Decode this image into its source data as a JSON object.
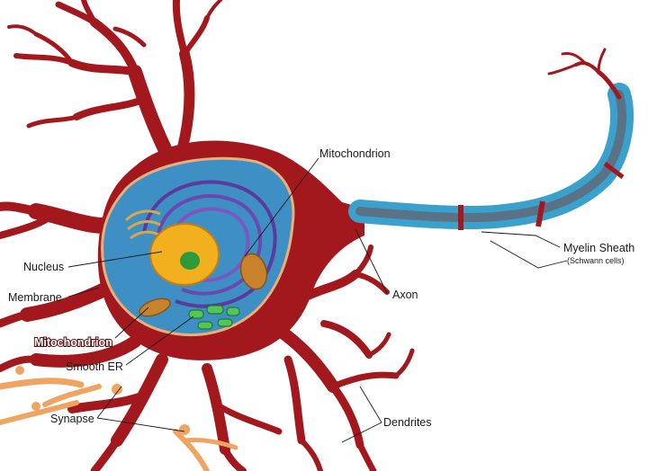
{
  "diagram": {
    "labels": {
      "mitochondrion_top": "Mitochondrion",
      "nucleus": "Nucleus",
      "membrane": "Membrane",
      "mitochondrion_left": "Mitochondrion",
      "smooth_er": "Smooth ER",
      "synapse": "Synapse",
      "axon": "Axon",
      "myelin_sheath": "Myelin Sheath",
      "schwann_cells": "(Schwann cells)",
      "dendrites": "Dendrites"
    },
    "colors": {
      "neuron_body": "#a3181d",
      "cytoplasm": "#3d8fc4",
      "nucleus": "#f2b01e",
      "nucleolus": "#2e9a3c",
      "myelin": "#3aa0cc",
      "axon_core": "#5a7286",
      "synapse": "#f0a461"
    }
  }
}
